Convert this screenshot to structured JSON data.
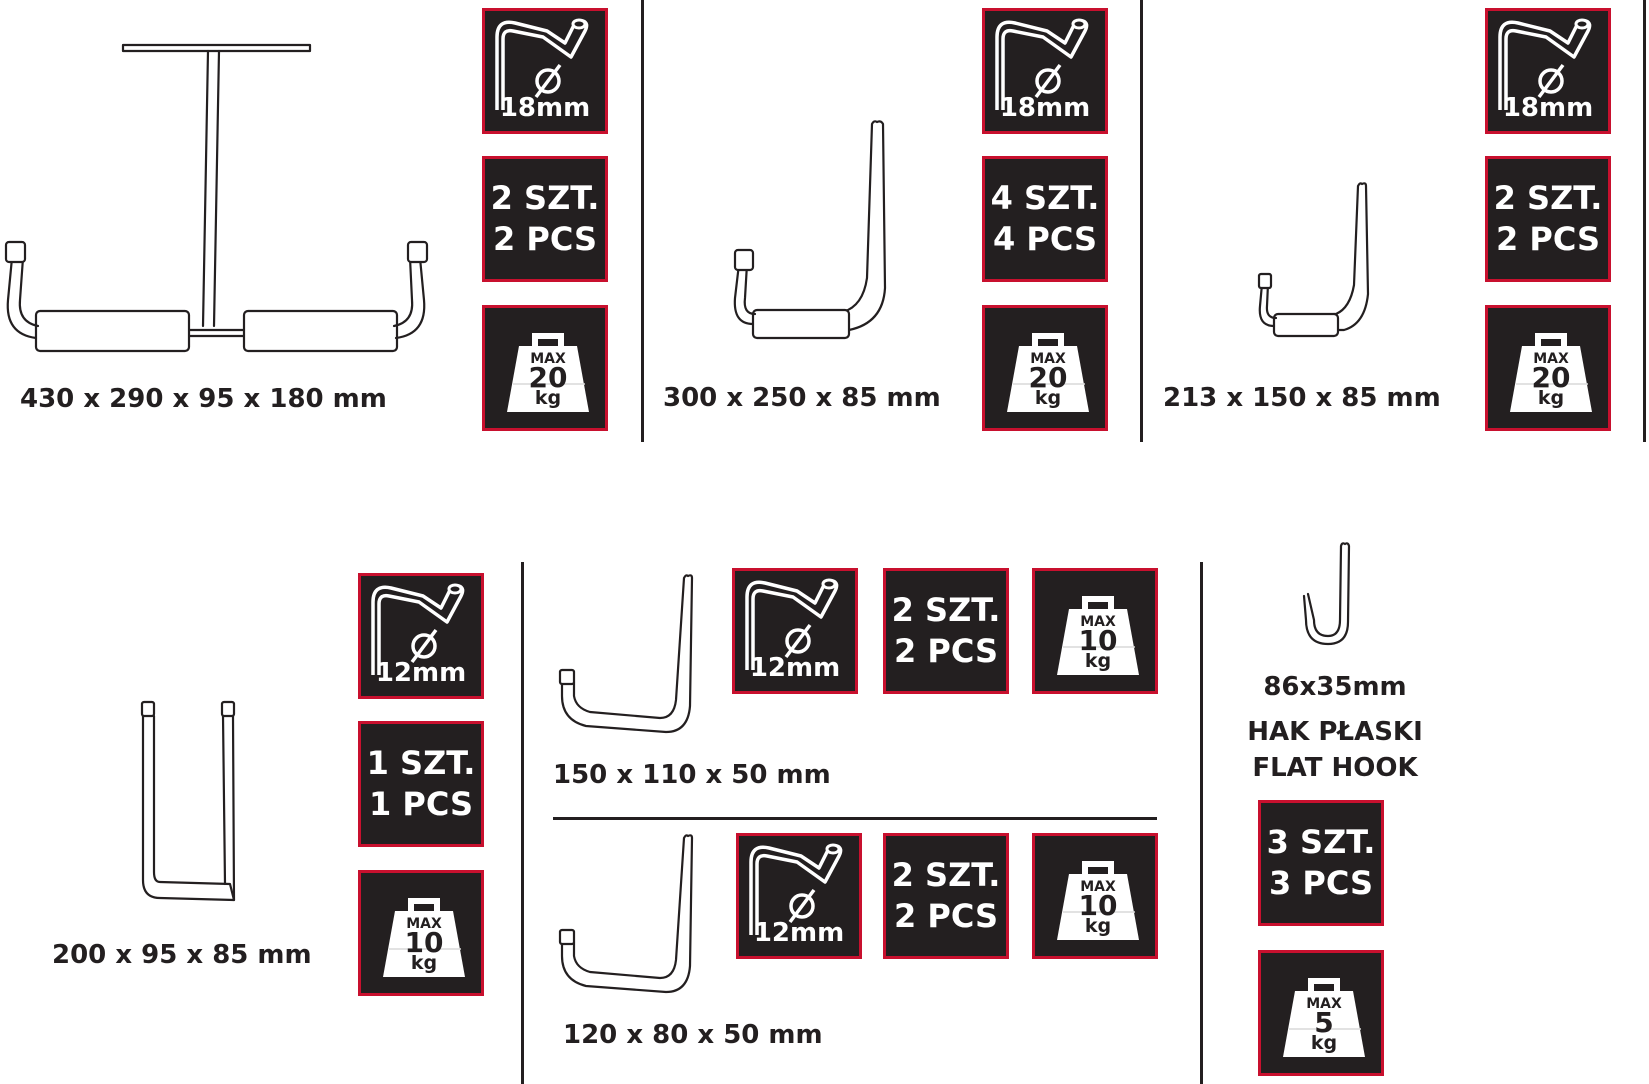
{
  "colors": {
    "box_bg": "#231f20",
    "box_border": "#c8102e",
    "text": "#231f20",
    "background": "#ffffff"
  },
  "products": [
    {
      "id": "p1",
      "dimensions": "430 x 290 x 95 x 180 mm",
      "diameter": "18mm",
      "qty_pl": "2 SZT.",
      "qty_en": "2 PCS",
      "max_label": "MAX",
      "max_load": "20",
      "unit": "kg",
      "icon": "double-bike-hook-icon"
    },
    {
      "id": "p2",
      "dimensions": "300 x 250 x 85 mm",
      "diameter": "18mm",
      "qty_pl": "4 SZT.",
      "qty_en": "4 PCS",
      "max_label": "MAX",
      "max_load": "20",
      "unit": "kg",
      "icon": "padded-hook-icon"
    },
    {
      "id": "p3",
      "dimensions": "213 x 150 x 85 mm",
      "diameter": "18mm",
      "qty_pl": "2 SZT.",
      "qty_en": "2 PCS",
      "max_label": "MAX",
      "max_load": "20",
      "unit": "kg",
      "icon": "padded-hook-small-icon"
    },
    {
      "id": "p4",
      "dimensions": "200 x 95 x 85 mm",
      "diameter": "12mm",
      "qty_pl": "1 SZT.",
      "qty_en": "1 PCS",
      "max_label": "MAX",
      "max_load": "10",
      "unit": "kg",
      "icon": "u-hook-icon"
    },
    {
      "id": "p5",
      "dimensions": "150 x 110 x 50 mm",
      "diameter": "12mm",
      "qty_pl": "2 SZT.",
      "qty_en": "2 PCS",
      "max_label": "MAX",
      "max_load": "10",
      "unit": "kg",
      "icon": "l-hook-icon"
    },
    {
      "id": "p6",
      "dimensions": "120 x 80 x 50 mm",
      "diameter": "12mm",
      "qty_pl": "2 SZT.",
      "qty_en": "2 PCS",
      "max_label": "MAX",
      "max_load": "10",
      "unit": "kg",
      "icon": "l-hook-small-icon"
    },
    {
      "id": "p7",
      "dimensions": "86x35mm",
      "name_pl": "HAK PŁASKI",
      "name_en": "FLAT HOOK",
      "qty_pl": "3 SZT.",
      "qty_en": "3 PCS",
      "max_label": "MAX",
      "max_load": "5",
      "unit": "kg",
      "icon": "flat-hook-icon"
    }
  ]
}
